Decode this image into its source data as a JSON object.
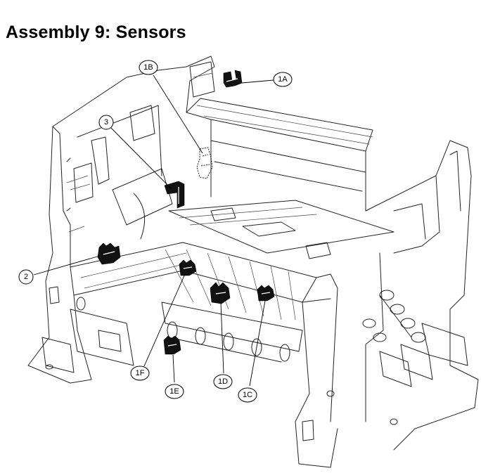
{
  "page": {
    "title": "Assembly 9:  Sensors"
  },
  "callouts": [
    {
      "id": "1A",
      "label": "1A"
    },
    {
      "id": "1B",
      "label": "1B"
    },
    {
      "id": "1C",
      "label": "1C"
    },
    {
      "id": "1D",
      "label": "1D"
    },
    {
      "id": "1E",
      "label": "1E"
    },
    {
      "id": "1F",
      "label": "1F"
    },
    {
      "id": "2",
      "label": "2"
    },
    {
      "id": "3",
      "label": "3"
    }
  ],
  "colors": {
    "line": "#222222",
    "sensor": "#111111",
    "background": "#ffffff"
  }
}
